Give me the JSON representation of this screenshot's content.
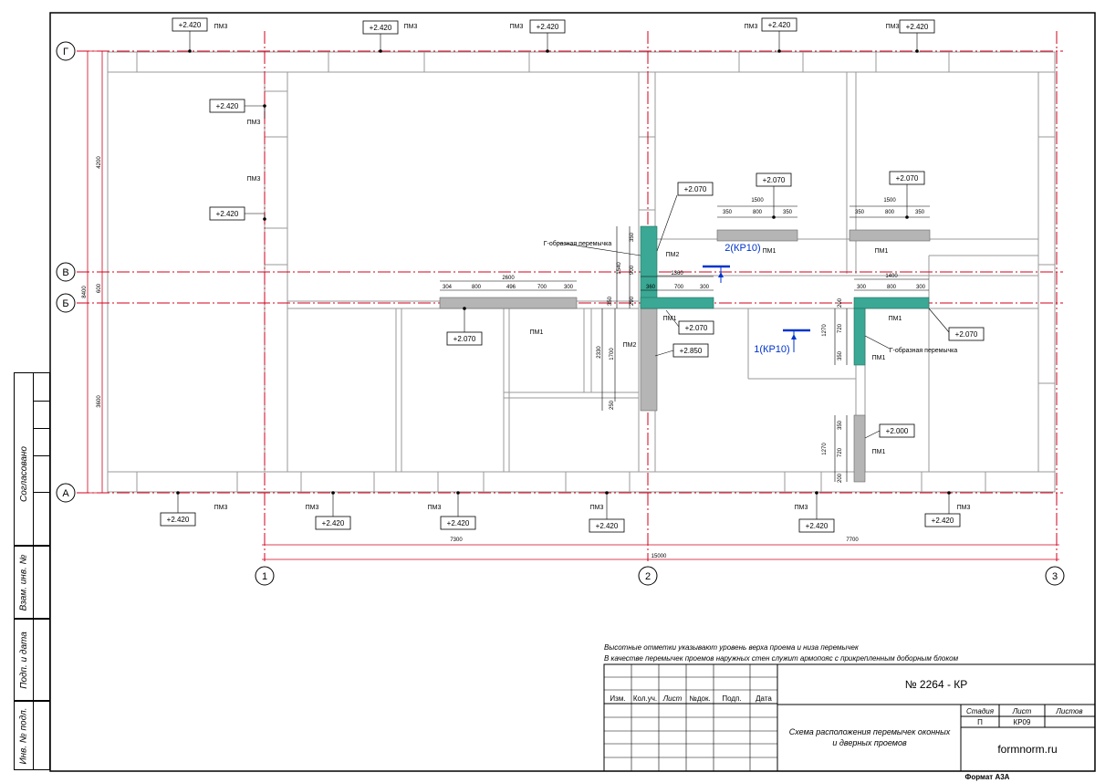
{
  "axes": {
    "rows": [
      "Г",
      "В",
      "Б",
      "А"
    ],
    "cols": [
      "1",
      "2",
      "3"
    ]
  },
  "dims": {
    "left_total": "8400",
    "left_g_v": "4200",
    "left_v_b": "600",
    "left_b_a": "3600",
    "bottom_1_2": "7300",
    "bottom_2_3": "7700",
    "bottom_total": "15000"
  },
  "marks": {
    "pm1": "ПМ1",
    "pm2": "ПМ2",
    "pm3": "ПМ3",
    "elev_2420": "+2.420",
    "elev_2070": "+2.070",
    "elev_2850": "+2.850",
    "elev_2000": "+2.000",
    "g_lintel": "Г-образная перемычка",
    "section_1": "1(КР10)",
    "section_2": "2(КР10)"
  },
  "lintel_dims": {
    "d1500": "1500",
    "d350": "350",
    "d800": "800",
    "d2600": "2600",
    "d304": "304",
    "d496": "496",
    "d700": "700",
    "d300": "300",
    "d1360": "1360",
    "d360": "360",
    "d1400": "1400",
    "d1540": "1540",
    "d900": "900",
    "d290": "290",
    "d2330": "2330",
    "d1700": "1700",
    "d250": "250",
    "d1270": "1270",
    "d720": "720",
    "d200": "200"
  },
  "notes": {
    "line1": "Высотные отметки указывают уровень верха проема и низа перемычек",
    "line2": "В качестве перемычек проемов наружных стен служит армопояс с прикрепленным доборным блоком"
  },
  "stamp": {
    "doc_number": "№ 2264 - КР",
    "h_izm": "Изм.",
    "h_kol": "Кол.уч.",
    "h_list": "Лист",
    "h_ndok": "№док.",
    "h_podp": "Подп.",
    "h_data": "Дата",
    "title": "Схема расположения перемычек оконных и дверных проемов",
    "stadia_h": "Стадия",
    "list_h": "Лист",
    "listov_h": "Листов",
    "stadia_v": "П",
    "list_v": "КР09",
    "site": "formnorm.ru",
    "format": "Формат А3А"
  },
  "side": {
    "soglasovano": "Согласовано",
    "vzam": "Взам. инв. №",
    "podp": "Подп. и дата",
    "inv": "Инв. № подл."
  },
  "colors": {
    "axis_red": "#d0021b",
    "teal": "#3aa894",
    "gray": "#b5b5b5",
    "section_blue": "#0033cc"
  }
}
